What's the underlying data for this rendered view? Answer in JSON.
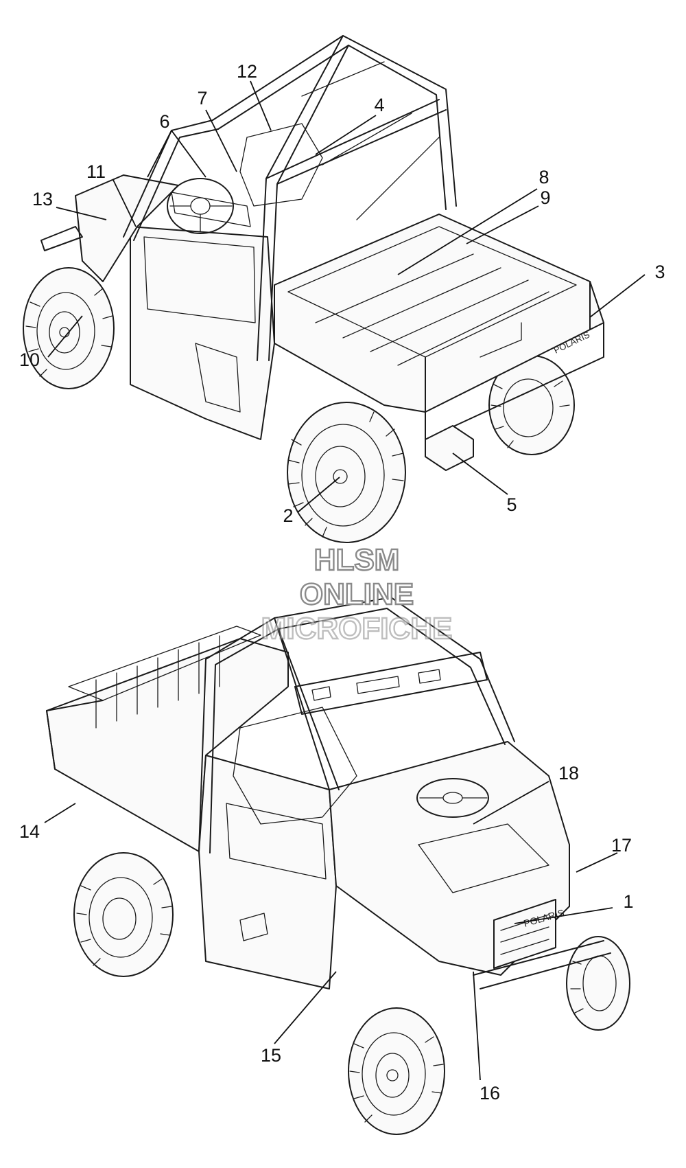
{
  "watermark": {
    "line1": "HLSM",
    "line2": "ONLINE",
    "line3": "MICROFICHE"
  },
  "callouts": {
    "c1": "1",
    "c2": "2",
    "c3": "3",
    "c4": "4",
    "c5": "5",
    "c6": "6",
    "c7": "7",
    "c8": "8",
    "c9": "9",
    "c10": "10",
    "c11": "11",
    "c12": "12",
    "c13": "13",
    "c14": "14",
    "c15": "15",
    "c16": "16",
    "c17": "17",
    "c18": "18"
  },
  "tailgate_logo": "POLARIS",
  "grille_logo": "POLARIS"
}
